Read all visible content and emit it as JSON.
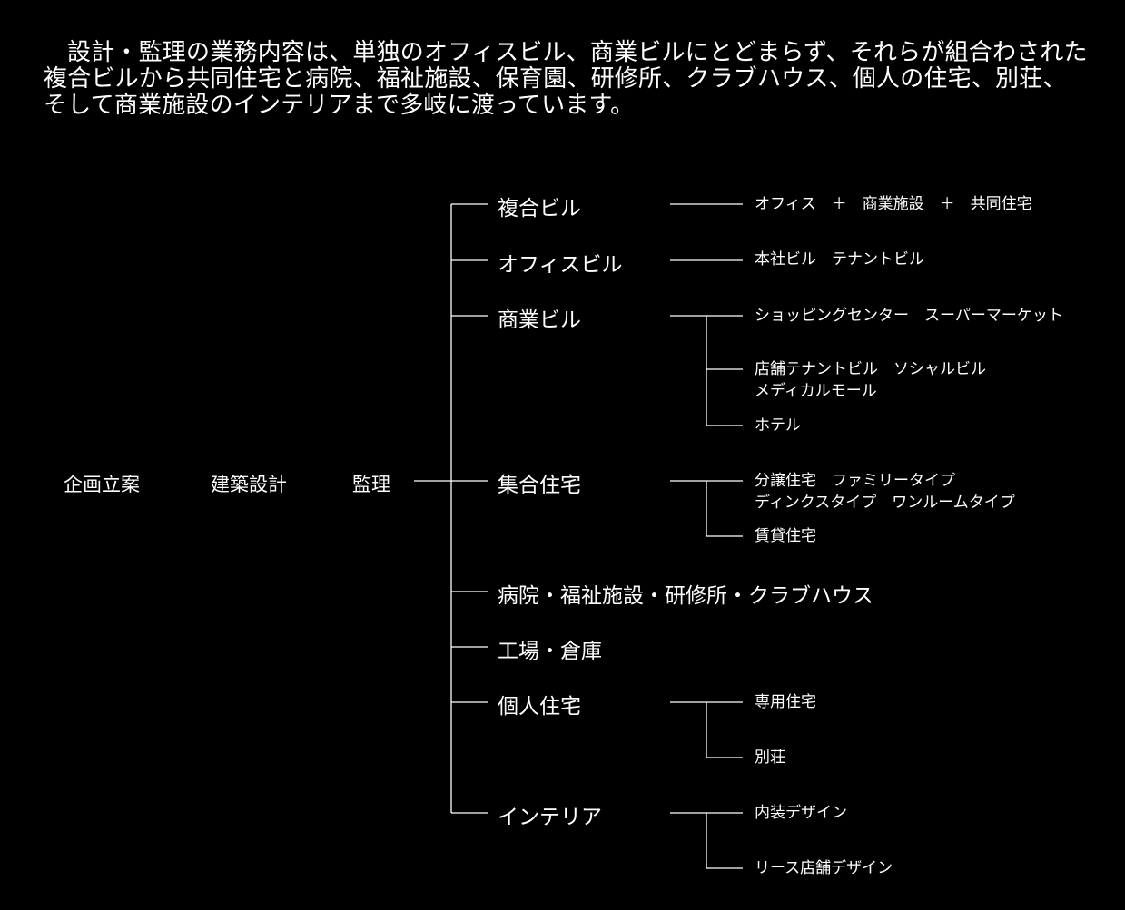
{
  "intro": {
    "text": "設計・監理の業務内容は、単独のオフィスビル、商業ビルにとどまらず、それらが組合わされた複合ビルから共同住宅と病院、福祉施設、保育園、研修所、クラブハウス、個人の住宅、別荘、そして商業施設のインテリアまで多岐に渡っています。"
  },
  "stages": [
    "企画立案",
    "建築設計",
    "監理"
  ],
  "categories": [
    {
      "label": "複合ビル",
      "items": [
        [
          "オフィス　＋　商業施設　＋　共同住宅"
        ]
      ]
    },
    {
      "label": "オフィスビル",
      "items": [
        [
          "本社ビル　テナントビル"
        ]
      ]
    },
    {
      "label": "商業ビル",
      "items": [
        [
          "ショッピングセンター　スーパーマーケット"
        ],
        [
          "店舗テナントビル　ソシャルビル",
          "メディカルモール"
        ],
        [
          "ホテル"
        ]
      ]
    },
    {
      "label": "集合住宅",
      "items": [
        [
          "分譲住宅　ファミリータイプ",
          "ディンクスタイプ　ワンルームタイプ"
        ],
        [
          "賃貸住宅"
        ]
      ]
    },
    {
      "label": "病院・福祉施設・研修所・クラブハウス",
      "items": []
    },
    {
      "label": "工場・倉庫",
      "items": []
    },
    {
      "label": "個人住宅",
      "items": [
        [
          "専用住宅"
        ],
        [
          "別荘"
        ]
      ]
    },
    {
      "label": "インテリア",
      "items": [
        [
          "内装デザイン"
        ],
        [
          "リース店舗デザイン"
        ]
      ]
    }
  ]
}
